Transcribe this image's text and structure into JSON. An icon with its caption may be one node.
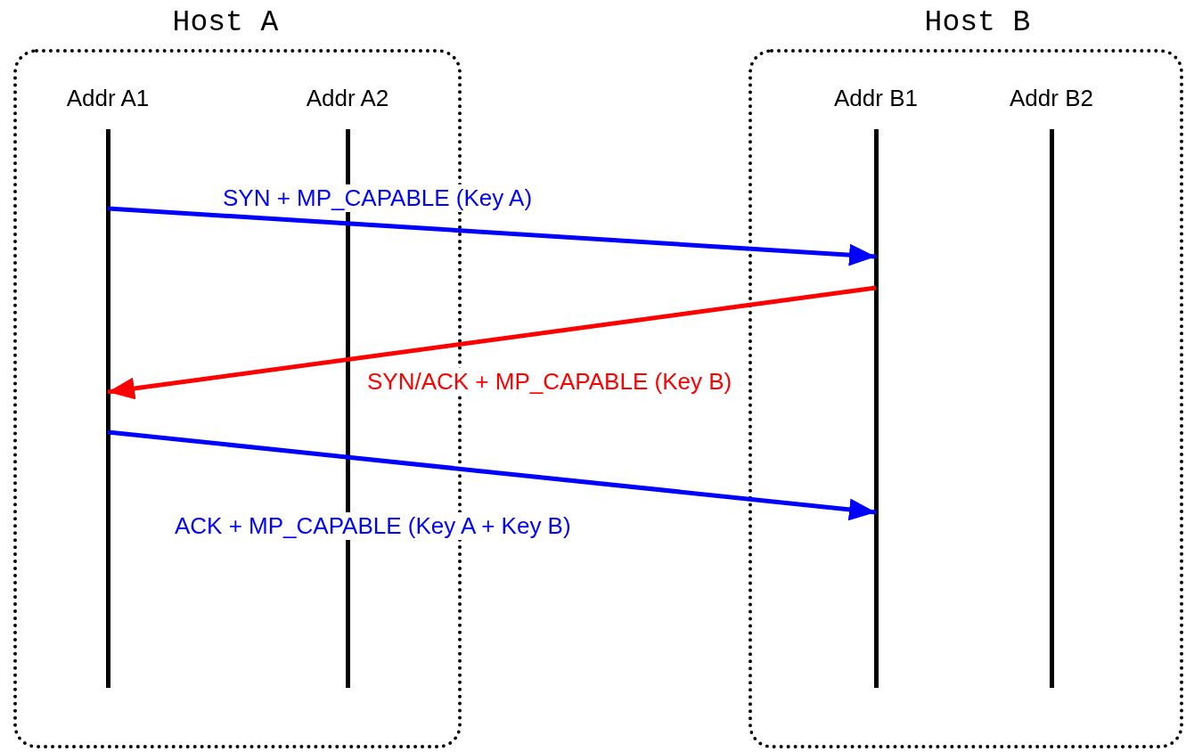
{
  "diagram": {
    "nodes": [
      {
        "text": [
          "Host A"
        ]
      },
      {
        "text": [
          "Addr A1"
        ],
        "in": 0
      },
      {
        "text": [
          "Addr A2"
        ],
        "in": 0
      },
      {
        "text": [
          "Host B"
        ]
      },
      {
        "text": [
          "Addr B1"
        ],
        "in": 3
      },
      {
        "text": [
          "Addr B2"
        ],
        "in": 3
      }
    ],
    "edges": [
      {
        "from": 1,
        "to": 4,
        "arrow": "to",
        "label": "SYN + MP_CAPABLE (Key A)"
      },
      {
        "from": 4,
        "to": 1,
        "arrow": "to",
        "label": "SYN/ACK + MP_CAPABLE (Key B)",
        "color": "#ff0000"
      },
      {
        "from": 1,
        "to": 4,
        "arrow": "to",
        "label": "ACK + MP_CAPABLE (Key A + Key B)"
      }
    ]
  }
}
